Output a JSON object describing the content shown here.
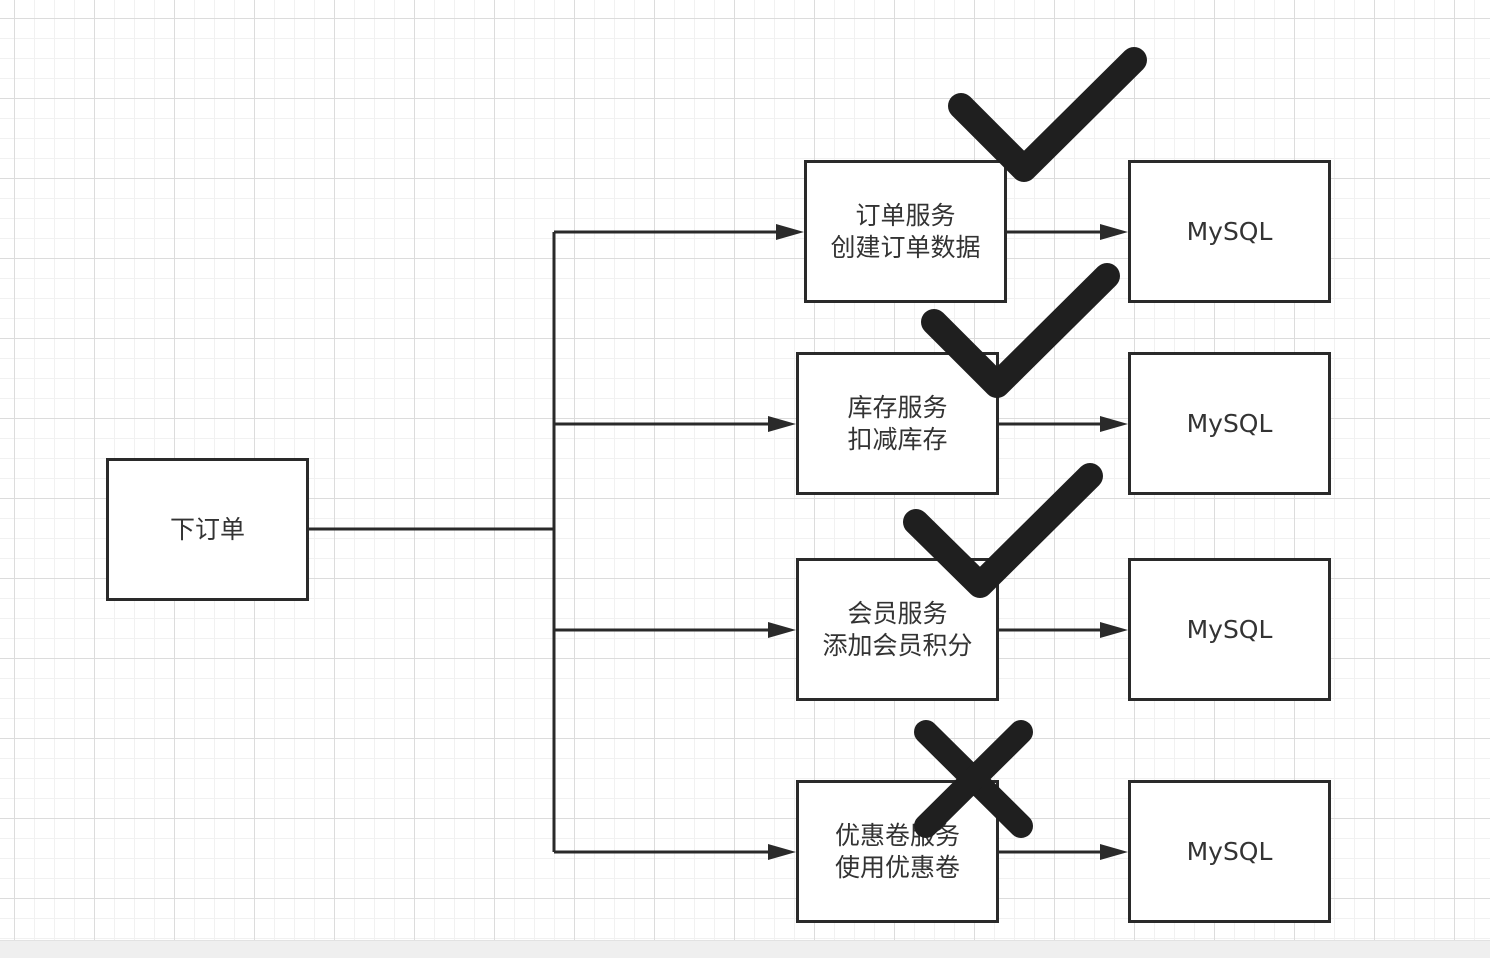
{
  "diagram": {
    "source": {
      "label": "下订单"
    },
    "services": [
      {
        "label": "订单服务\n创建订单数据",
        "db": "MySQL",
        "status": "check"
      },
      {
        "label": "库存服务\n扣减库存",
        "db": "MySQL",
        "status": "check"
      },
      {
        "label": "会员服务\n添加会员积分",
        "db": "MySQL",
        "status": "check"
      },
      {
        "label": "优惠卷服务\n使用优惠卷",
        "db": "MySQL",
        "status": "cross"
      }
    ]
  },
  "colors": {
    "stroke": "#2a2a2a",
    "mark": "#1f1f1f",
    "text": "#333333",
    "grid": "#dcdcdc"
  }
}
